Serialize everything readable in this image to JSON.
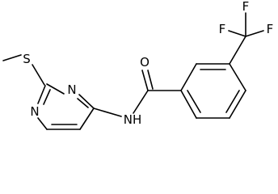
{
  "atom_labels": {
    "s": "S",
    "n_ring_1": "N",
    "n_ring_2": "N",
    "nh": "NH",
    "o": "O",
    "f_1": "F",
    "f_2": "F",
    "f_3": "F"
  }
}
